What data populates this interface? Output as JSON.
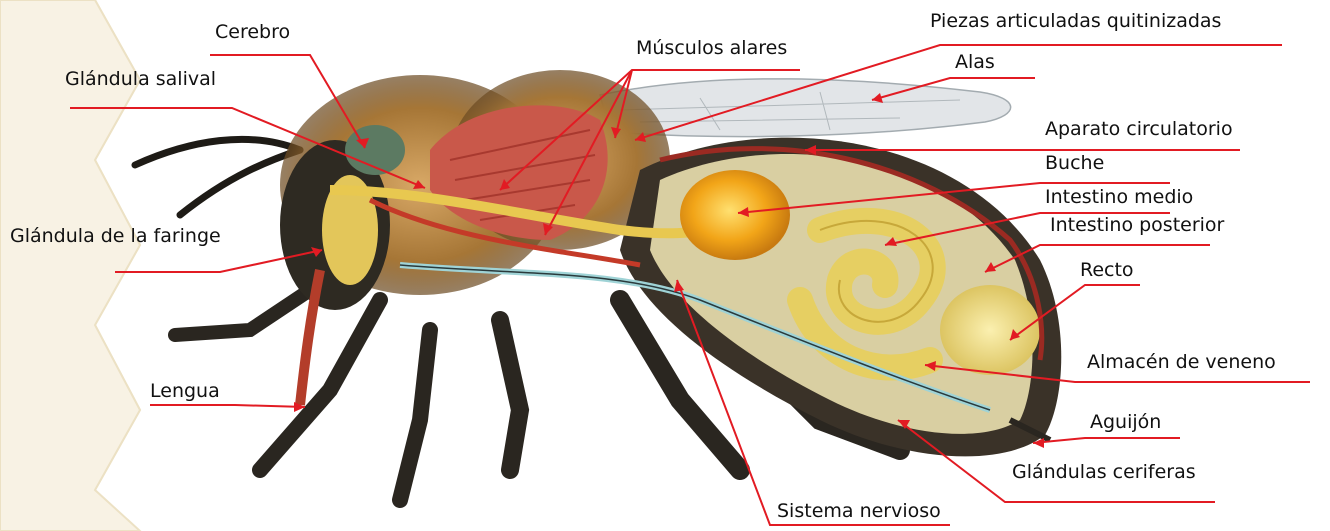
{
  "labels": {
    "cerebro": "Cerebro",
    "glandula_salival": "Glándula salival",
    "musculos_alares": "Músculos alares",
    "piezas": "Piezas articuladas quitinizadas",
    "alas": "Alas",
    "aparato_circulatorio": "Aparato circulatorio",
    "buche": "Buche",
    "intestino_medio": "Intestino medio",
    "intestino_posterior": "Intestino posterior",
    "glandula_faringe": "Glándula de la faringe",
    "recto": "Recto",
    "almacen_veneno": "Almacén de veneno",
    "lengua": "Lengua",
    "aguijon": "Aguijón",
    "glandulas_ceriferas": "Glándulas ceriferas",
    "sistema_nervioso": "Sistema nervioso"
  },
  "colors": {
    "leader_line": "#e21b23",
    "honeycomb_bg": "#f6efdf",
    "muscle": "#c9584a",
    "crop": "#f0a81e",
    "intestine": "#e9d98a",
    "body_dark": "#2a2620",
    "fur": "#b8874a"
  }
}
